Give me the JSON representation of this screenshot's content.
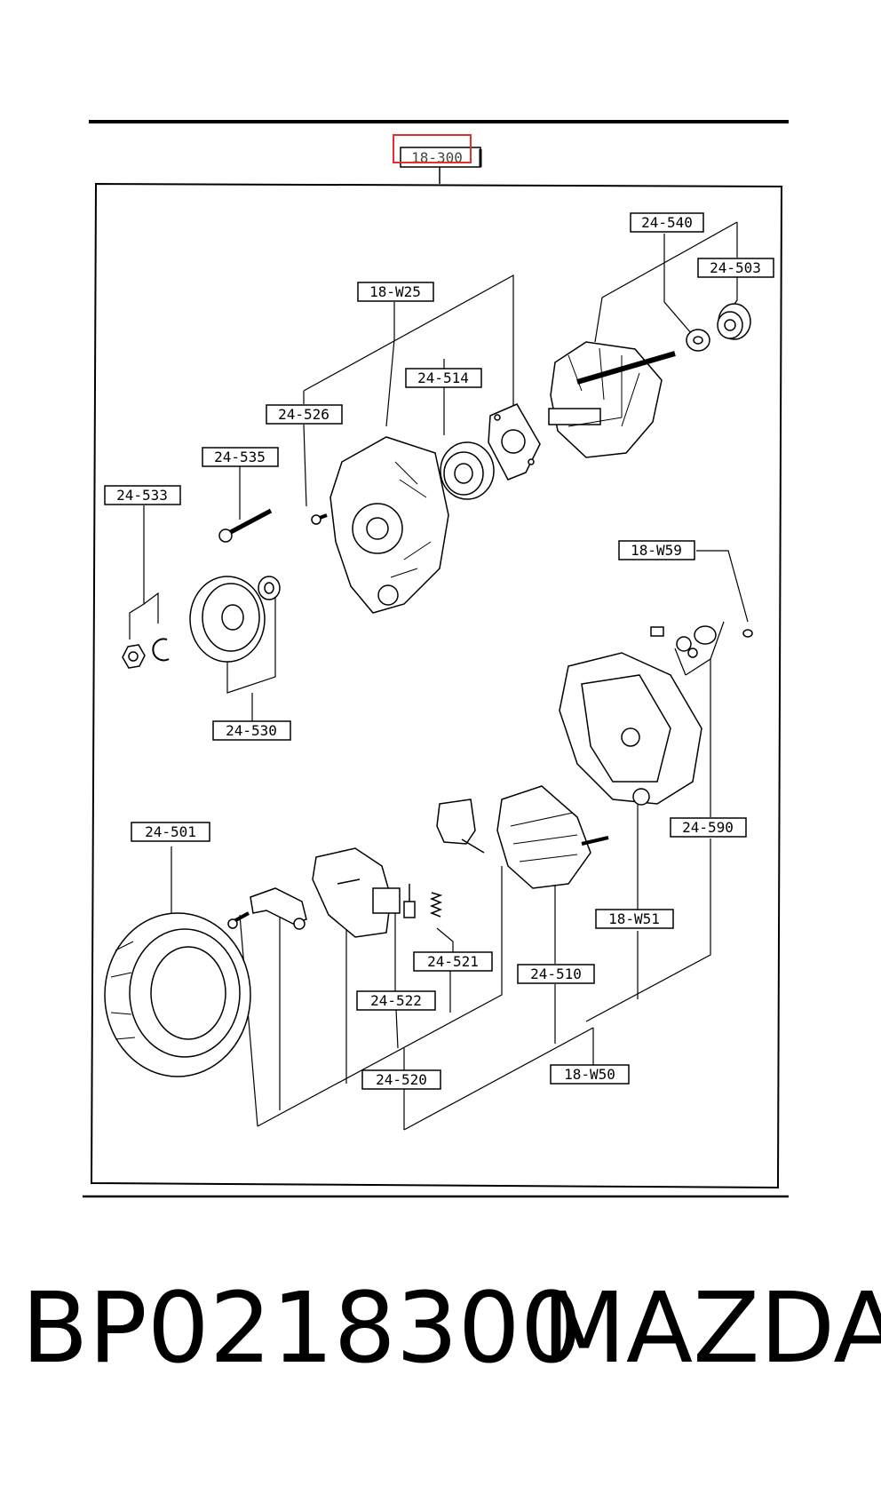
{
  "diagram": {
    "assembly_label": "18-300",
    "highlight_color": "#e03030",
    "callouts": [
      {
        "id": "c-24-540",
        "text": "24-540"
      },
      {
        "id": "c-24-503",
        "text": "24-503"
      },
      {
        "id": "c-18-W25",
        "text": "18-W25"
      },
      {
        "id": "c-24-514",
        "text": "24-514"
      },
      {
        "id": "c-24-526",
        "text": "24-526"
      },
      {
        "id": "c-24-535",
        "text": "24-535"
      },
      {
        "id": "c-24-533",
        "text": "24-533"
      },
      {
        "id": "c-24-530",
        "text": "24-530"
      },
      {
        "id": "c-18-W59",
        "text": "18-W59"
      },
      {
        "id": "c-24-590",
        "text": "24-590"
      },
      {
        "id": "c-24-501",
        "text": "24-501"
      },
      {
        "id": "c-18-W51",
        "text": "18-W51"
      },
      {
        "id": "c-24-521",
        "text": "24-521"
      },
      {
        "id": "c-24-510",
        "text": "24-510"
      },
      {
        "id": "c-24-522",
        "text": "24-522"
      },
      {
        "id": "c-24-520",
        "text": "24-520"
      },
      {
        "id": "c-18-W50",
        "text": "18-W50"
      }
    ]
  },
  "footer": {
    "part_number": "BP0218300",
    "brand": "MAZDA"
  }
}
